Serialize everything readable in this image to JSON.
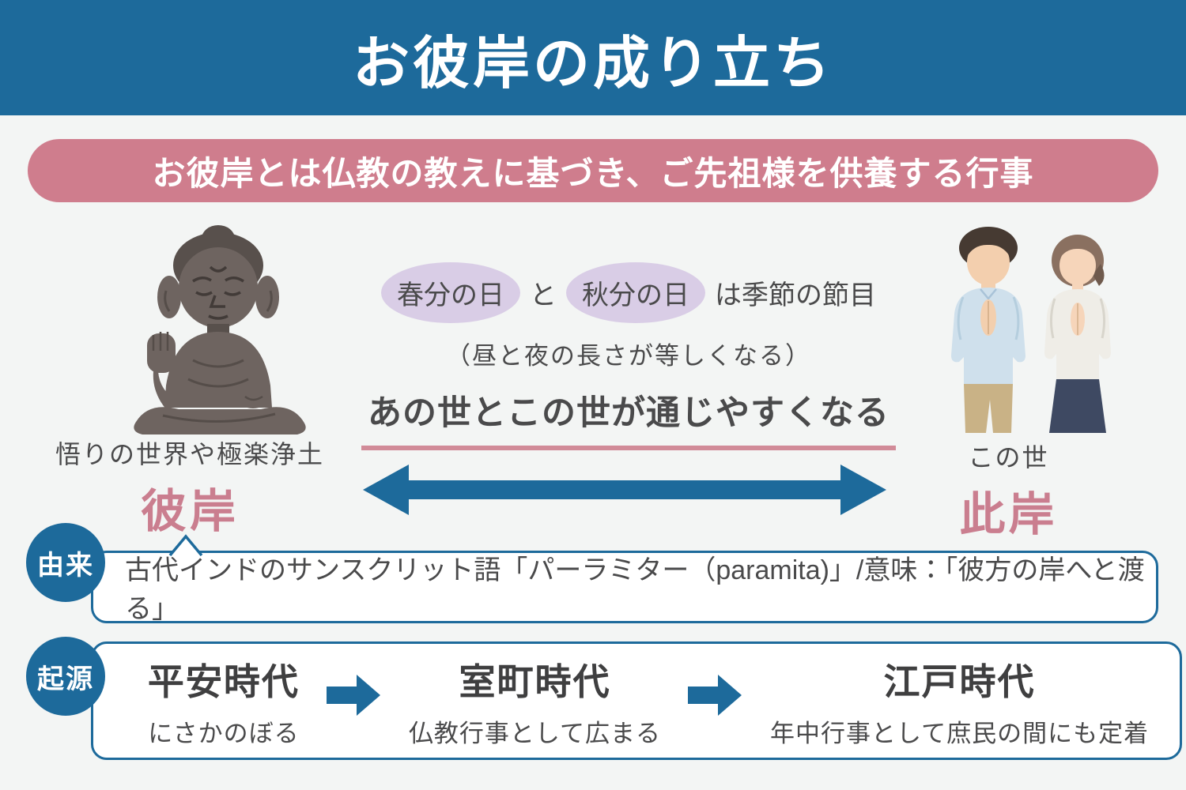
{
  "header": {
    "title": "お彼岸の成り立ち"
  },
  "banner": {
    "text": "お彼岸とは仏教の教えに基づき、ご先祖様を供養する行事"
  },
  "main": {
    "season_line": {
      "term1": "春分の日",
      "connector": "と",
      "term2": "秋分の日",
      "suffix": "は季節の節目"
    },
    "paren_line": "（昼と夜の長さが等しくなる）",
    "emphasis_line": "あの世とこの世が通じやすくなる"
  },
  "higan_side": {
    "caption": "悟りの世界や極楽浄土",
    "label": "彼岸"
  },
  "shigan_side": {
    "caption": "この世",
    "label": "此岸"
  },
  "yurai": {
    "badge": "由来",
    "text": "古代インドのサンスクリット語「パーラミター（paramita)」/意味：「彼方の岸へと渡る」"
  },
  "kigen": {
    "badge": "起源",
    "eras": [
      {
        "name": "平安時代",
        "desc": "にさかのぼる"
      },
      {
        "name": "室町時代",
        "desc": "仏教行事として広まる"
      },
      {
        "name": "江戸時代",
        "desc": "年中行事として庶民の間にも定着"
      }
    ]
  },
  "illustrations": {
    "left": "buddha-statue-illustration",
    "right": "praying-couple-illustration"
  },
  "colors": {
    "header_blue": "#1d6a9b",
    "banner_pink": "#cf7d8d",
    "accent_pink_text": "#ca7e8f",
    "underline_pink": "#d18b98",
    "highlight_lavender": "#d9cde6",
    "text_dark": "#4a4a4b",
    "background": "#f3f5f4",
    "box_border_blue": "#1d6a9b"
  }
}
